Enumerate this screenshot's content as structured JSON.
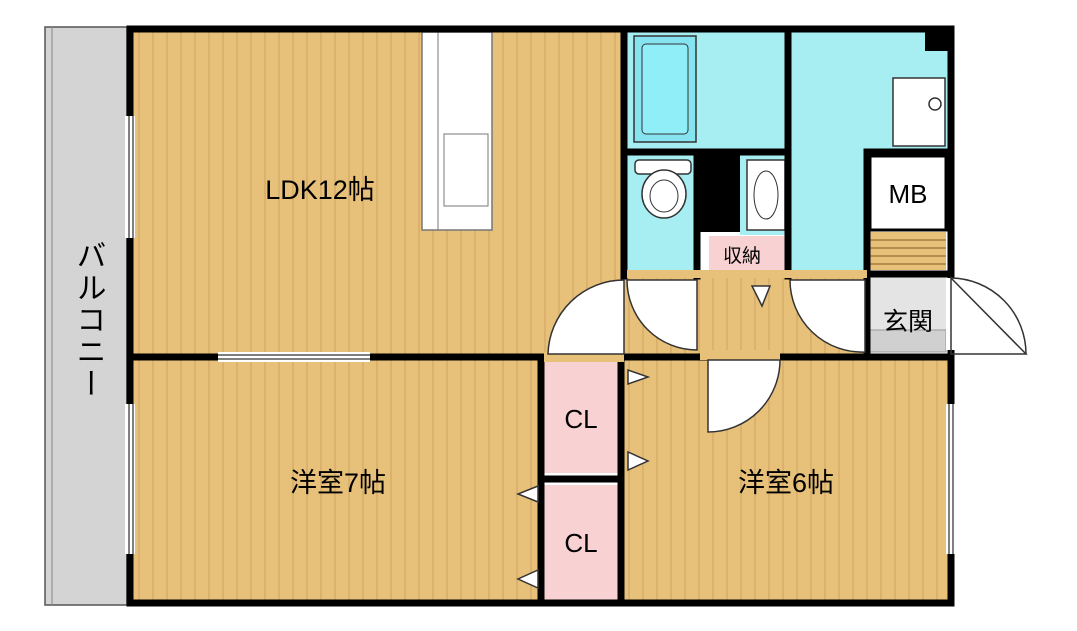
{
  "rooms": {
    "ldk": "LDK12帖",
    "western7": "洋室7帖",
    "western6": "洋室6帖",
    "closet_upper": "CL",
    "closet_lower": "CL",
    "storage": "収納",
    "mb": "MB",
    "entrance": "玄関",
    "balcony": "バルコニー"
  },
  "colors": {
    "floor": "#E7C07A",
    "wet_area": "#A6EEF2",
    "closet": "#F8D2D2",
    "balcony": "#D4D4D4",
    "wall": "#000000"
  }
}
